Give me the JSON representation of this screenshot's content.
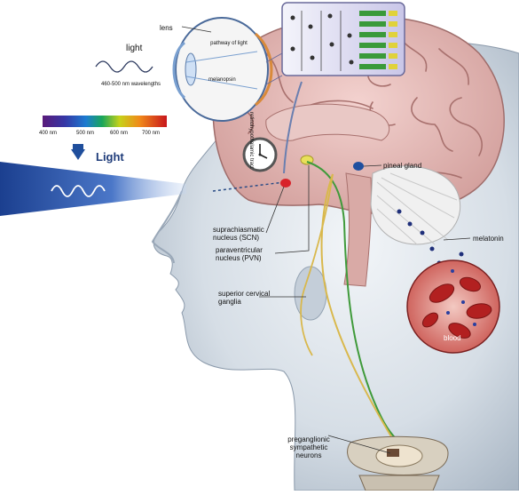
{
  "labels": {
    "lens": "lens",
    "pathway_of_light": "pathway of light",
    "melanopsin": "melanopsin",
    "light_small": "light",
    "wavelengths": "460-500 nm wavelengths",
    "light_big": "Light",
    "retinohypothalamic_tract": "retinohypothalamic tract",
    "pineal_gland": "pineal gland",
    "melatonin": "melatonin",
    "blood": "blood",
    "scn": "suprachiasmatic nucleus (SCN)",
    "pvn": "paraventricular nucleus (PVN)",
    "superior_cervical_ganglia": "superior cervical ganglia",
    "preganglionic_neurons": "preganglionic sympathetic neurons"
  },
  "spectrum": {
    "ticks": [
      "400 nm",
      "500 nm",
      "600 nm",
      "700 nm"
    ]
  },
  "colors": {
    "nerve_green": "#3f9a3a",
    "nerve_yellow": "#d9b84c",
    "scn_red": "#d8232a",
    "pineal_blue": "#1f4f9f",
    "blood_red": "#b22020",
    "brain_pink": "#e4b3b0",
    "skin": "#c9d4de"
  }
}
